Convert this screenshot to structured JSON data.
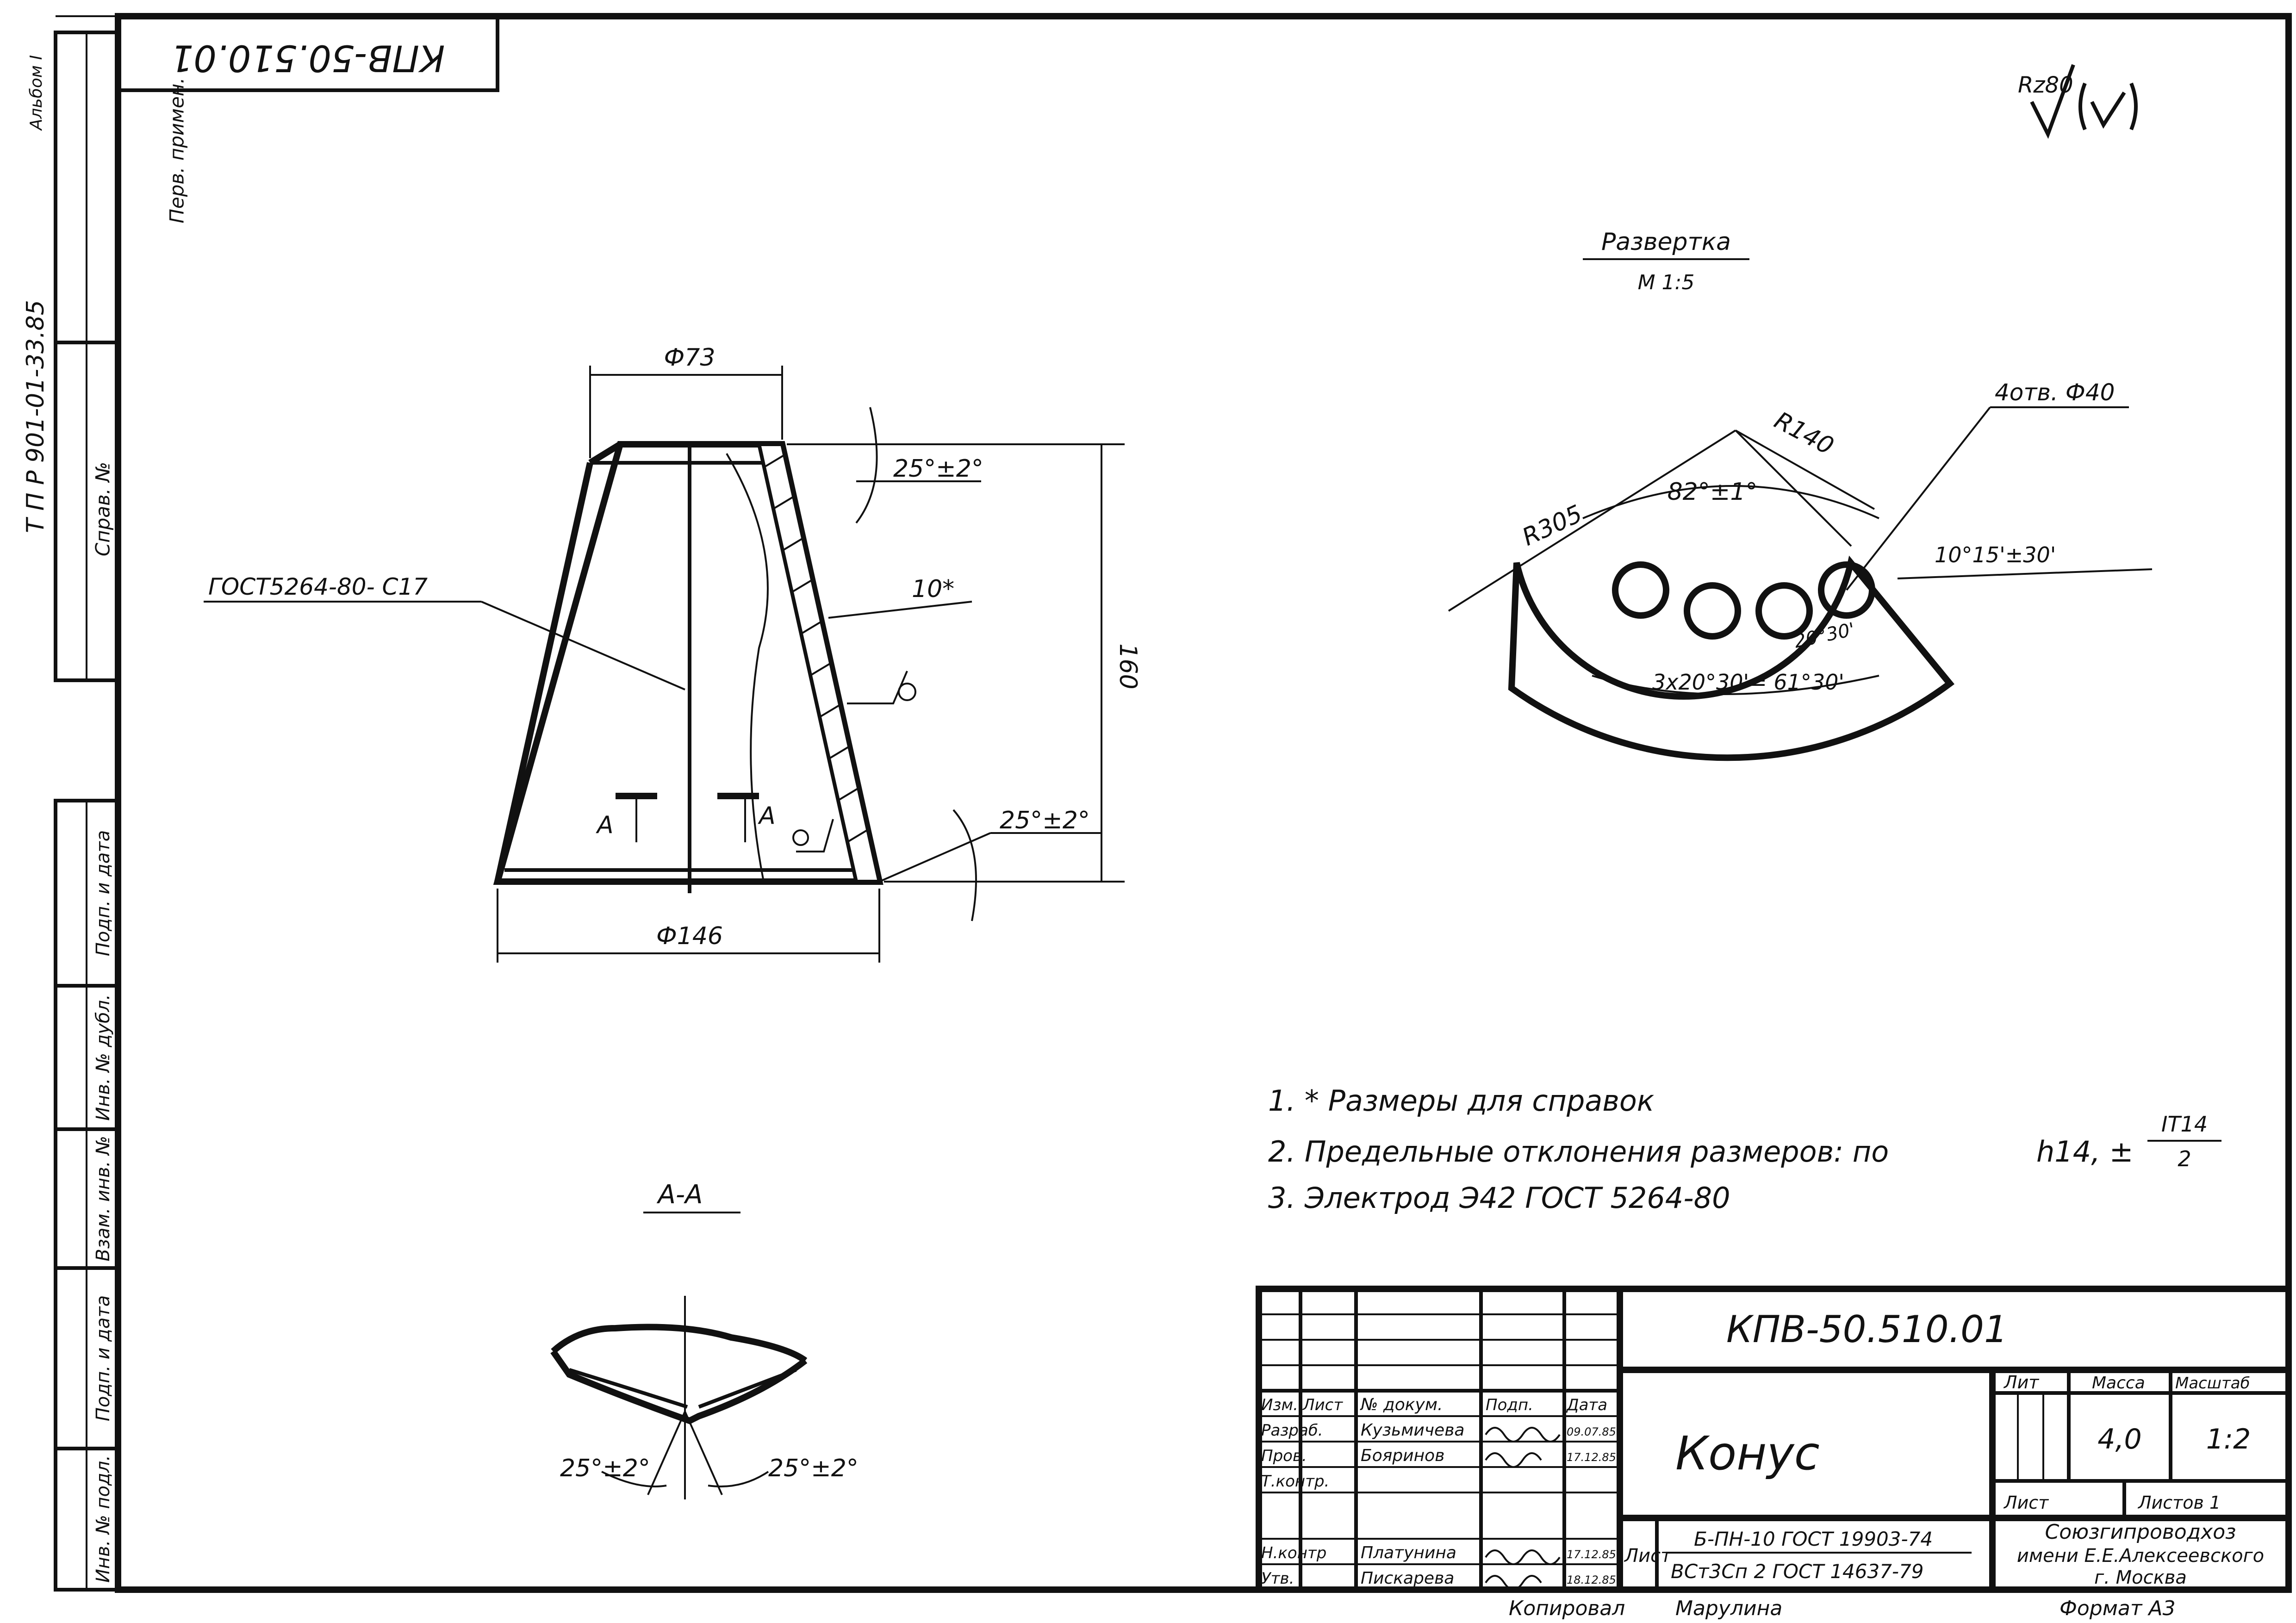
{
  "drawing": {
    "code": "КПВ-50.510.01",
    "code_rotated": "КПВ-50.510.01",
    "title": "Конус",
    "roughness": "Rz80",
    "lit_header": "Лит",
    "mass_header": "Масса",
    "scale_header": "Масштаб",
    "mass": "4,0",
    "scale": "1:2",
    "sheet_label": "Лист",
    "sheets": "Листов 1",
    "material_label": "Лист",
    "material_line1": "Б-ПН-10 ГОСТ 19903-74",
    "material_line2": "ВСт3Сп 2 ГОСТ 14637-79",
    "org_line1": "Союзгипроводхоз",
    "org_line2": "имени Е.Е.Алексеевского",
    "org_line3": "г. Москва",
    "format": "Формат А3",
    "copied_label": "Копировал",
    "copied_by": "Марулина"
  },
  "side_stamp": {
    "project": "Т П Р 901-01-33.85",
    "first_use": "Перв. примен.",
    "reference": "Справ. №",
    "album": "Альбом I",
    "sign_date": "Подп. и дата",
    "dup_inv": "Инв. № дубл.",
    "replace_inv": "Взам. инв. №",
    "sign_date2": "Подп. и дата",
    "orig_inv": "Инв. № подл."
  },
  "title_block": {
    "headers": [
      "Изм.",
      "Лист",
      "№ докум.",
      "Подп.",
      "Дата"
    ],
    "rows": [
      {
        "role": "Разраб.",
        "name": "Кузьмичева",
        "date": "09.07.85"
      },
      {
        "role": "Пров.",
        "name": "Бояринов",
        "date": "17.12.85"
      },
      {
        "role": "Т.контр.",
        "name": "",
        "date": ""
      },
      {
        "role": "",
        "name": "",
        "date": ""
      },
      {
        "role": "Н.контр",
        "name": "Платунина",
        "date": "17.12.85"
      },
      {
        "role": "Утв.",
        "name": "Пискарева",
        "date": "18.12.85"
      }
    ]
  },
  "main_view": {
    "dim_top": "Ф73",
    "dim_bottom": "Ф146",
    "dim_height": "160",
    "angle_top": "25°±2°",
    "angle_bottom": "25°±2°",
    "weld_label": "ГОСТ5264-80- С17",
    "thickness": "10*",
    "cut_mark_left": "А",
    "cut_mark_right": "А"
  },
  "section": {
    "title": "А-А",
    "angle_left": "25°±2°",
    "angle_right": "25°±2°"
  },
  "unfold": {
    "title": "Развертка",
    "scale": "М 1:5",
    "r_outer": "R305",
    "r_inner": "R140",
    "angle": "82°±1°",
    "holes": "4отв. Ф40",
    "hole_offset": "10°15'±30'",
    "hole_pitch": "20°30'",
    "hole_total": "3х20°30'= 61°30'"
  },
  "notes": [
    "1. * Размеры для справок",
    "2. Предельные отклонения размеров: по",
    "3. Электрод Э42 ГОСТ 5264-80"
  ],
  "tolerance": {
    "base": "h14, ±",
    "numerator": "IT14",
    "denominator": "2"
  }
}
